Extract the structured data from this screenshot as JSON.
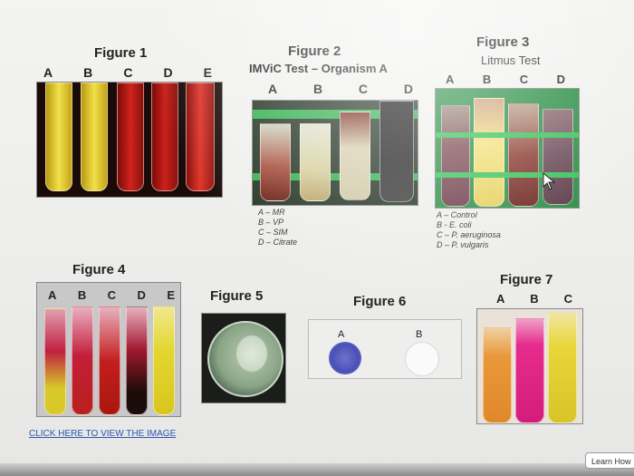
{
  "fig1": {
    "title": "Figure 1",
    "letters": [
      "A",
      "B",
      "C",
      "D",
      "E"
    ]
  },
  "fig2": {
    "title": "Figure 2",
    "subtitle": "IMViC Test – Organism A",
    "letters": [
      "A",
      "B",
      "C",
      "D"
    ],
    "legend": [
      "A – MR",
      "B – VP",
      "C – SIM",
      "D – Citrate"
    ]
  },
  "fig3": {
    "title": "Figure 3",
    "subtitle": "Litmus Test",
    "letters": [
      "A",
      "B",
      "C",
      "D"
    ],
    "legend": [
      "A – Control",
      "B - E. coli",
      "C – P. aeruginosa",
      "D – P. vulgaris"
    ]
  },
  "fig4": {
    "title": "Figure 4",
    "letters": [
      "A",
      "B",
      "C",
      "D",
      "E"
    ]
  },
  "fig5": {
    "title": "Figure 5"
  },
  "fig6": {
    "title": "Figure 6",
    "letters": [
      "A",
      "B"
    ]
  },
  "fig7": {
    "title": "Figure 7",
    "letters": [
      "A",
      "B",
      "C"
    ]
  },
  "link": {
    "text": "CLICK HERE TO VIEW THE IMAGE"
  },
  "learn": {
    "text": "Learn How"
  },
  "colors": {
    "yellow": "#e8d63a",
    "red": "#c8201c",
    "pink": "#e62b8c",
    "orange": "#e89a3a",
    "green": "#3fb257",
    "blue": "#4a4fb8"
  }
}
